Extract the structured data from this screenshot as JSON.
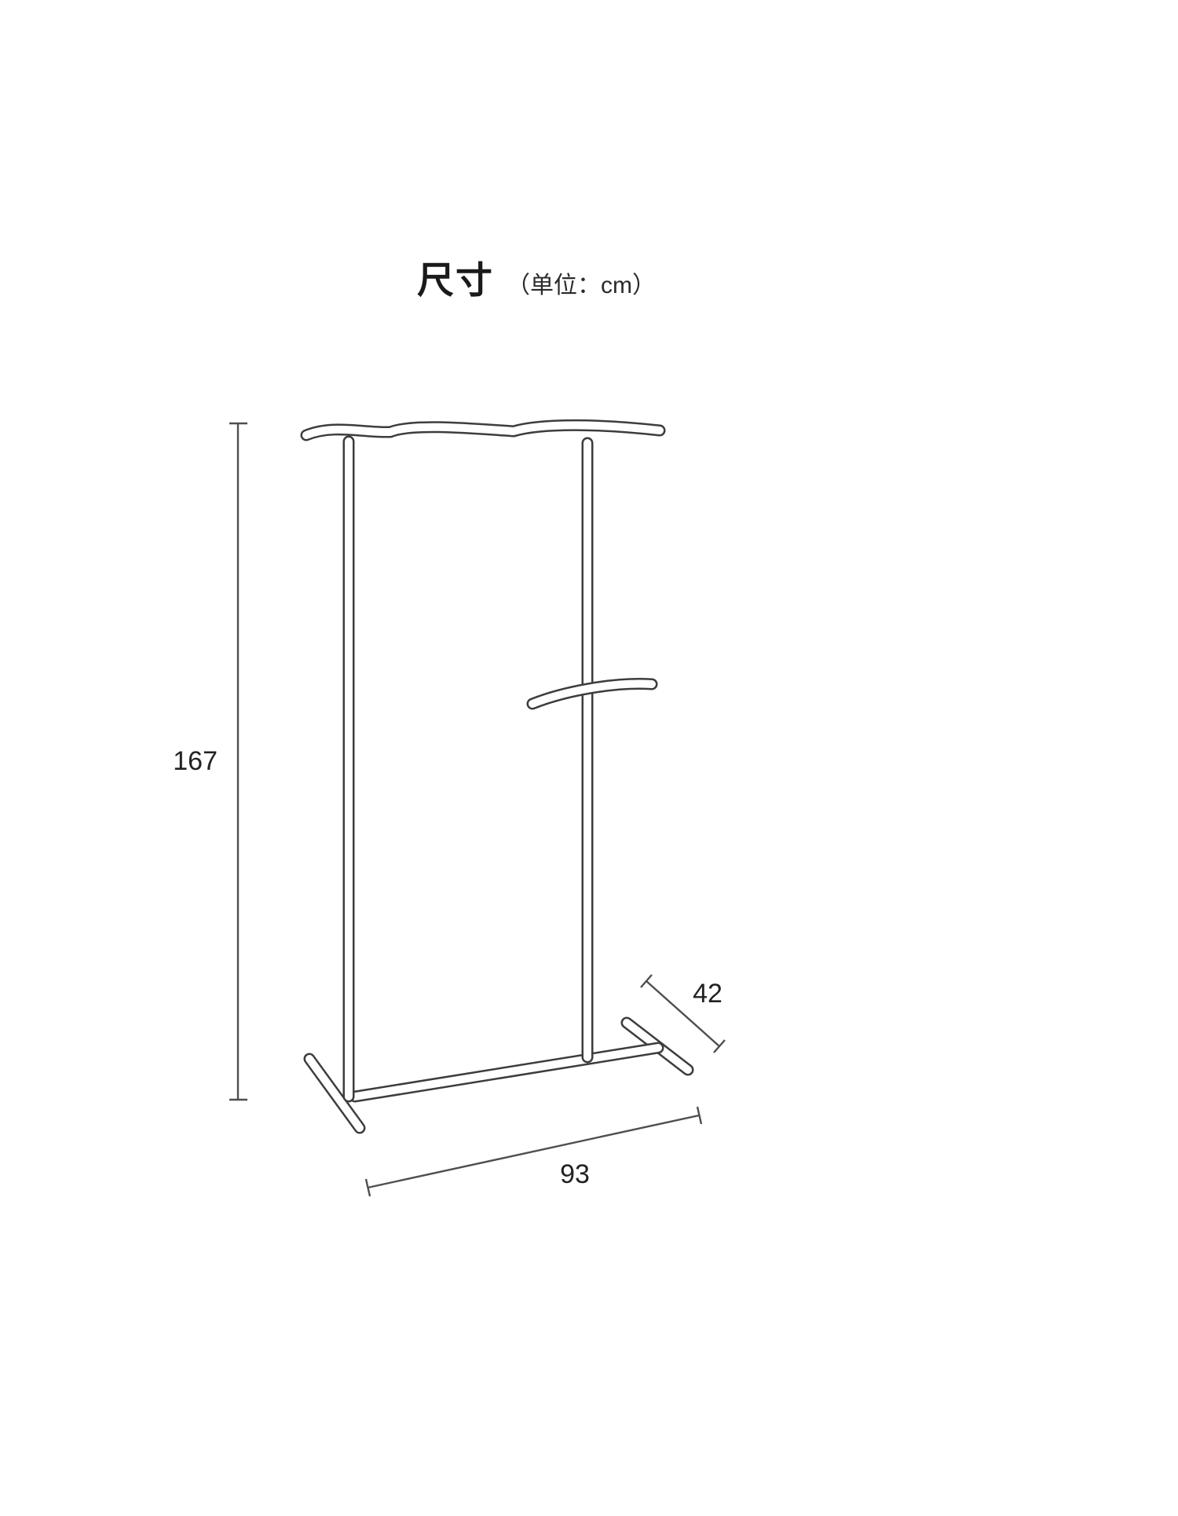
{
  "title": {
    "text": "尺寸",
    "unit": "（单位：cm）"
  },
  "diagram": {
    "type": "product-dimension-drawing",
    "subject": "coat-rack",
    "dimensions": {
      "height_cm": "167",
      "depth_cm": "42",
      "width_cm": "93"
    },
    "colors": {
      "background": "#ffffff",
      "outline": "#3d3d3d",
      "dimension_line": "#4f4f4f",
      "text": "#222222"
    }
  }
}
